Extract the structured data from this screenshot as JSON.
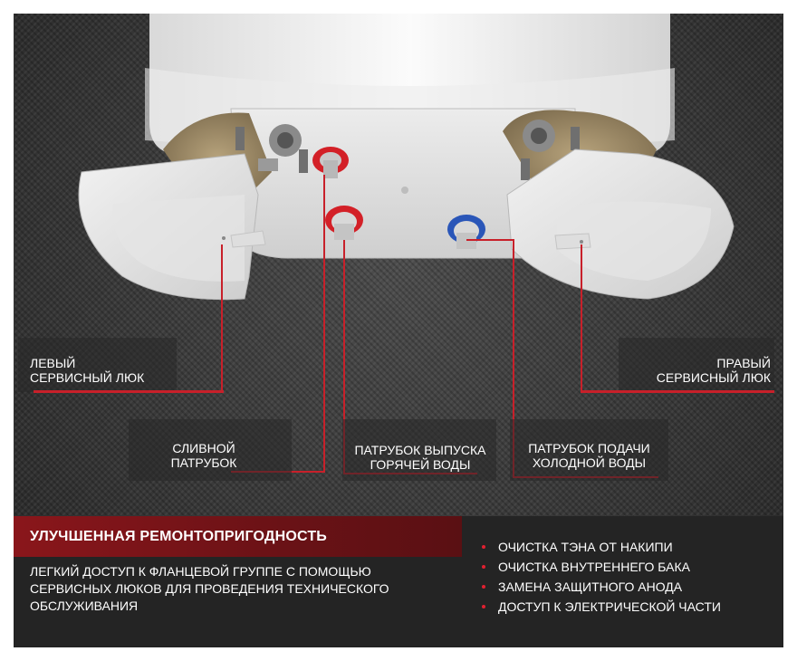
{
  "callouts": {
    "left_hatch": [
      "ЛЕВЫЙ",
      "СЕРВИСНЫЙ ЛЮК"
    ],
    "right_hatch": [
      "ПРАВЫЙ",
      "СЕРВИСНЫЙ ЛЮК"
    ],
    "drain_pipe": [
      "СЛИВНОЙ",
      "ПАТРУБОК"
    ],
    "hot_outlet": [
      "ПАТРУБОК ВЫПУСКА",
      "ГОРЯЧЕЙ ВОДЫ"
    ],
    "cold_inlet": [
      "ПАТРУБОК ПОДАЧИ",
      "ХОЛОДНОЙ ВОДЫ"
    ]
  },
  "banner": {
    "title": "УЛУЧШЕННАЯ РЕМОНТОПРИГОДНОСТЬ"
  },
  "description": [
    "ЛЕГКИЙ ДОСТУП К ФЛАНЦЕВОЙ ГРУППЕ С ПОМОЩЬЮ",
    "СЕРВИСНЫХ ЛЮКОВ ДЛЯ ПРОВЕДЕНИЯ ТЕХНИЧЕСКОГО",
    "ОБСЛУЖИВАНИЯ"
  ],
  "features": [
    "ОЧИСТКА ТЭНА ОТ НАКИПИ",
    "ОЧИСТКА ВНУТРЕННЕГО БАКА",
    "ЗАМЕНА ЗАЩИТНОГО АНОДА",
    "ДОСТУП К ЭЛЕКТРИЧЕСКОЙ ЧАСТИ"
  ],
  "colors": {
    "accent_red": "#c8202a",
    "hot_ring": "#d32027",
    "cold_ring": "#2a56b8",
    "banner": "#7a1418"
  },
  "icons": {
    "pipe": "pipe-icon",
    "bullet": "bullet-dot-icon"
  }
}
